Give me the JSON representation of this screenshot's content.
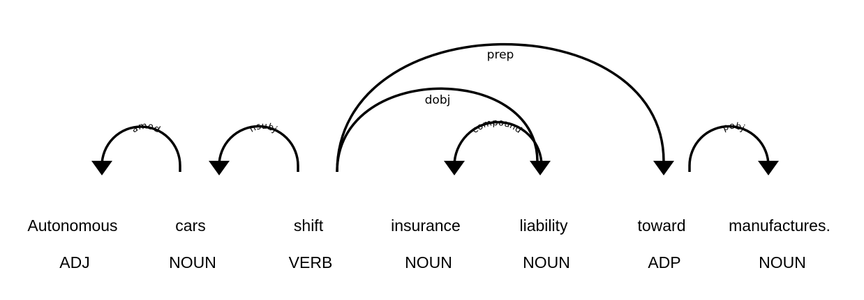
{
  "tokens": [
    {
      "word": "Autonomous",
      "tag": "ADJ"
    },
    {
      "word": "cars",
      "tag": "NOUN"
    },
    {
      "word": "shift",
      "tag": "VERB"
    },
    {
      "word": "insurance",
      "tag": "NOUN"
    },
    {
      "word": "liability",
      "tag": "NOUN"
    },
    {
      "word": "toward",
      "tag": "ADP"
    },
    {
      "word": "manufactures.",
      "tag": "NOUN"
    }
  ],
  "arcs": [
    {
      "label": "amod",
      "head": 1,
      "dep": 0
    },
    {
      "label": "nsubj",
      "head": 2,
      "dep": 1
    },
    {
      "label": "dobj",
      "head": 2,
      "dep": 4
    },
    {
      "label": "prep",
      "head": 2,
      "dep": 5
    },
    {
      "label": "compound",
      "head": 4,
      "dep": 3
    },
    {
      "label": "pobj",
      "head": 5,
      "dep": 6
    }
  ]
}
